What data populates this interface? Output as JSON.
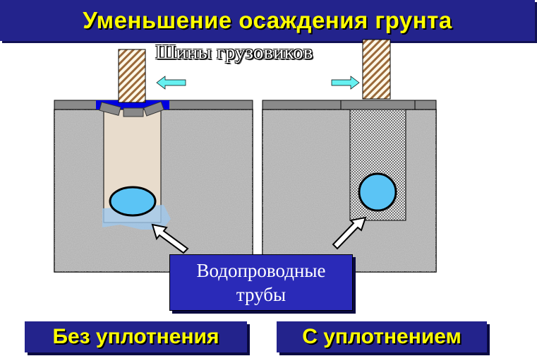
{
  "title": "Уменьшение осаждения грунта",
  "tires_label": "Шины грузовиков",
  "pipes_label": {
    "line1": "Водопроводные",
    "line2": "трубы"
  },
  "captions": {
    "left": "Без уплотнения",
    "right": "С уплотнением"
  },
  "colors": {
    "title_bg": "#23238c",
    "title_text": "#ffff00",
    "pipe": "#5bc4f5",
    "arrow": "#66f0f0",
    "pavement": "#8a8a8a"
  }
}
